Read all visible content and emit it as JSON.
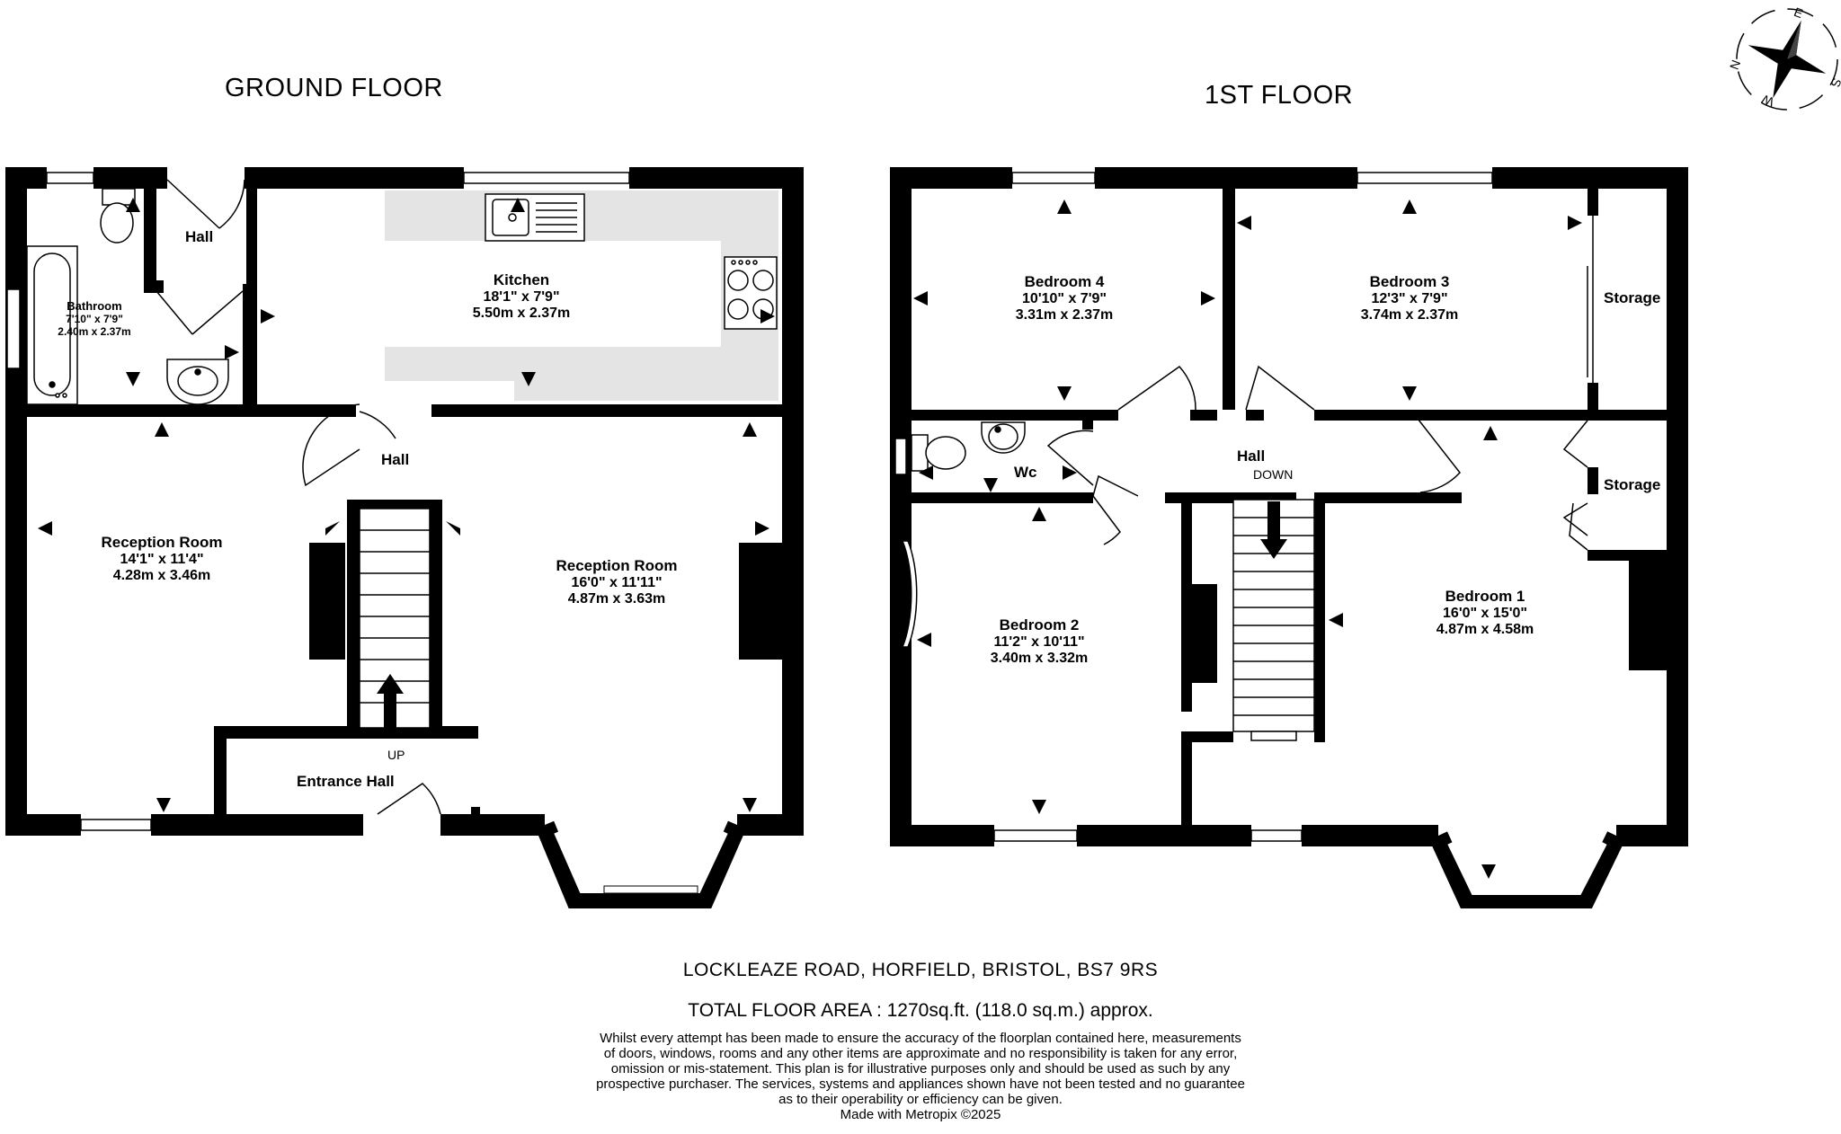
{
  "floors": {
    "ground": {
      "title": "GROUND FLOOR"
    },
    "first": {
      "title": "1ST FLOOR"
    }
  },
  "rooms": {
    "bathroom": {
      "name": "Bathroom",
      "imperial": "7'10\" x 7'9\"",
      "metric": "2.40m  x 2.37m"
    },
    "hall_top": {
      "name": "Hall"
    },
    "kitchen": {
      "name": "Kitchen",
      "imperial": "18'1\" x 7'9\"",
      "metric": "5.50m  x 2.37m"
    },
    "hall_ground": {
      "name": "Hall"
    },
    "reception_left": {
      "name": "Reception Room",
      "imperial": "14'1\" x 11'4\"",
      "metric": "4.28m  x 3.46m"
    },
    "reception_right": {
      "name": "Reception Room",
      "imperial": "16'0\" x 11'11\"",
      "metric": "4.87m  x 3.63m"
    },
    "entrance_hall": {
      "name": "Entrance Hall"
    },
    "stairs_up": {
      "label": "UP"
    },
    "bedroom4": {
      "name": "Bedroom 4",
      "imperial": "10'10\" x 7'9\"",
      "metric": "3.31m  x 2.37m"
    },
    "bedroom3": {
      "name": "Bedroom 3",
      "imperial": "12'3\" x 7'9\"",
      "metric": "3.74m  x 2.37m"
    },
    "storage_top": {
      "name": "Storage"
    },
    "storage_mid": {
      "name": "Storage"
    },
    "wc": {
      "name": "Wc"
    },
    "hall_first": {
      "name": "Hall"
    },
    "stairs_down": {
      "label": "DOWN"
    },
    "bedroom2": {
      "name": "Bedroom 2",
      "imperial": "11'2\" x 10'11\"",
      "metric": "3.40m  x 3.32m"
    },
    "bedroom1": {
      "name": "Bedroom 1",
      "imperial": "16'0\" x 15'0\"",
      "metric": "4.87m  x 4.58m"
    }
  },
  "compass": {
    "letters": [
      "N",
      "E",
      "S",
      "W"
    ]
  },
  "footer": {
    "address": "LOCKLEAZE ROAD, HORFIELD, BRISTOL, BS7 9RS",
    "total_area": "TOTAL FLOOR AREA : 1270sq.ft. (118.0 sq.m.) approx.",
    "disclaimer_lines": [
      "Whilst every attempt has been made to ensure the accuracy of the floorplan contained here, measurements",
      "of doors, windows, rooms and any other items are approximate and no responsibility is taken for any error,",
      "omission or mis-statement. This plan is for illustrative purposes only and should be used as such by any",
      "prospective purchaser. The services, systems and appliances shown have not been tested and no guarantee",
      "as to their operability or efficiency can be given."
    ],
    "credit": "Made with Metropix ©2025"
  },
  "colors": {
    "wall": "#000000",
    "kitchen_counter": "#e4e4e4",
    "window_fill": "#ffffff"
  },
  "icons": [
    "sink-icon",
    "hob-icon",
    "toilet-icon",
    "basin-icon",
    "bath-icon",
    "compass-icon",
    "arrow-marker-icon"
  ]
}
